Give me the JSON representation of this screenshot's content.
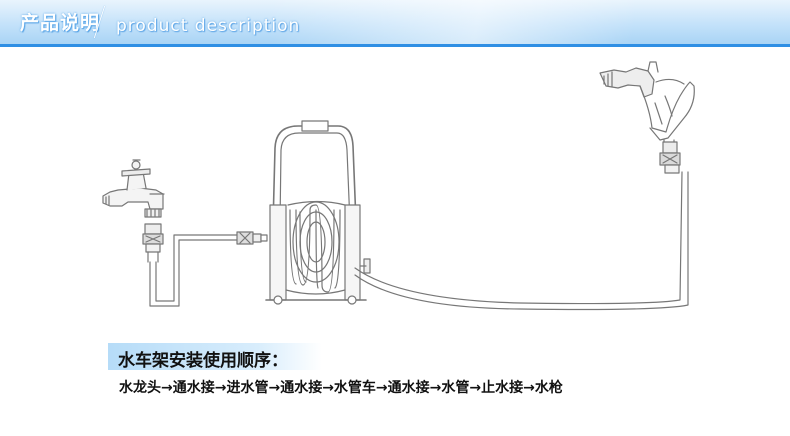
{
  "banner": {
    "title_cn": "产品说明",
    "title_en": "product description"
  },
  "section": {
    "heading": "水车架安装使用顺序：",
    "sequence": "水龙头→通水接→进水管→通水接→水管车→通水接→水管→止水接→水枪"
  },
  "colors": {
    "banner_light": "#e9f4fd",
    "banner_dark": "#a9d4f5",
    "banner_line": "#2f8fe4",
    "heading_highlight": "#b6dcf8",
    "diagram_stroke": "#777777"
  },
  "icons": [
    "faucet-icon",
    "quick-connector-icon",
    "hose-reel-cart-icon",
    "spray-gun-icon"
  ]
}
